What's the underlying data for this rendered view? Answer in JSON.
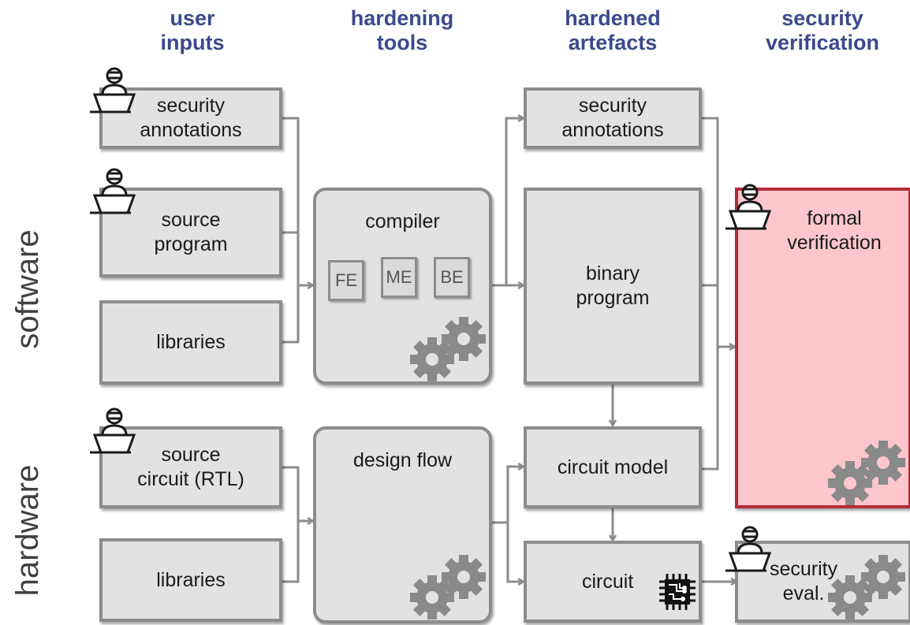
{
  "headers": {
    "user_inputs": [
      "user",
      "inputs"
    ],
    "hardening_tools": [
      "hardening",
      "tools"
    ],
    "hardened_artefacts": [
      "hardened",
      "artefacts"
    ],
    "security_verification": [
      "security",
      "verification"
    ]
  },
  "row_labels": {
    "software": "software",
    "hardware": "hardware"
  },
  "user_inputs": {
    "security_annotations": [
      "security",
      "annotations"
    ],
    "source_program": [
      "source",
      "program"
    ],
    "sw_libraries": [
      "libraries"
    ],
    "source_circuit": [
      "source",
      "circuit (RTL)"
    ],
    "hw_libraries": [
      "libraries"
    ]
  },
  "tools": {
    "compiler": "compiler",
    "stages": [
      "FE",
      "ME",
      "BE"
    ],
    "design_flow": "design flow"
  },
  "artefacts": {
    "security_annotations": [
      "security",
      "annotations"
    ],
    "binary_program": [
      "binary",
      "program"
    ],
    "circuit_model": [
      "circuit model"
    ],
    "circuit": "circuit"
  },
  "verification": {
    "formal_verification": [
      "formal",
      "verification"
    ],
    "security_eval": [
      "security",
      "eval."
    ]
  },
  "colors": {
    "header_text": "#3b4a8c",
    "box_fill": "#e2e2e2",
    "box_border": "#8c8c8c",
    "formal_fill": "#fcc6cc",
    "formal_border": "#b22c3a",
    "gear": "#8a8a8a",
    "arrow": "#8c8c8c"
  },
  "icons": [
    "user-at-laptop-icon",
    "gear-icon",
    "chip-icon"
  ]
}
